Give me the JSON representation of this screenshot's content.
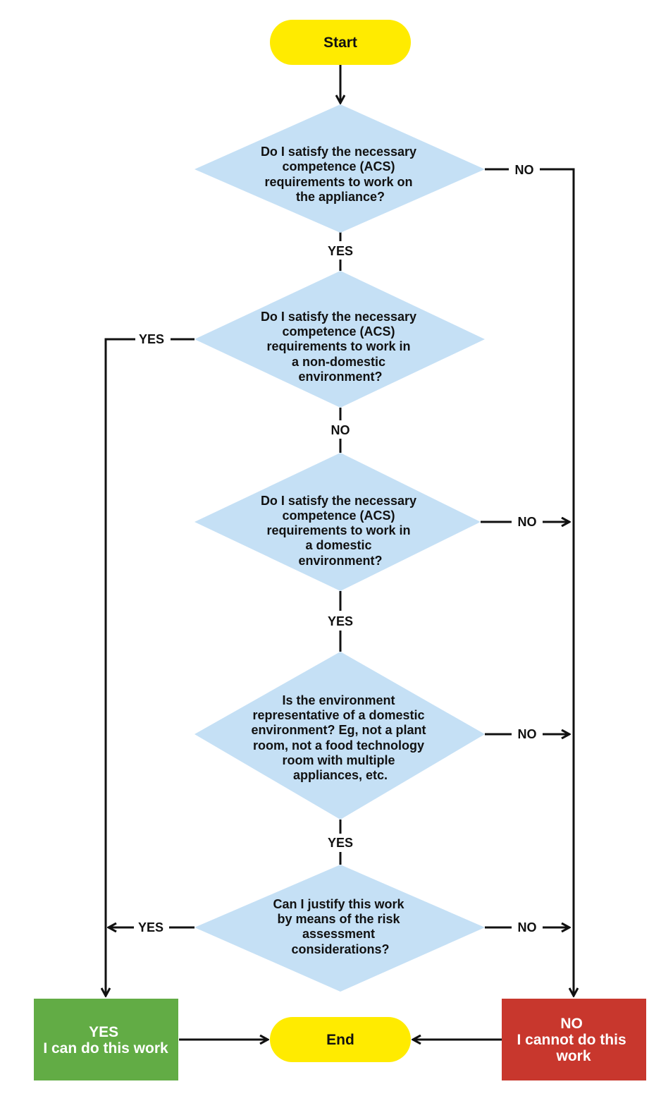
{
  "colors": {
    "terminator": "#FFEB00",
    "decision": "#C5E0F5",
    "yes_result": "#62AC45",
    "no_result": "#C8372D",
    "line": "#111111"
  },
  "nodes": {
    "start": "Start",
    "end": "End",
    "q1": [
      "Do I satisfy the necessary",
      "competence (ACS)",
      "requirements to work on",
      "the appliance?"
    ],
    "q2": [
      "Do I satisfy the necessary",
      "competence (ACS)",
      "requirements to work in",
      "a non-domestic",
      "environment?"
    ],
    "q3": [
      "Do I satisfy the necessary",
      "competence (ACS)",
      "requirements to work in",
      "a domestic",
      "environment?"
    ],
    "q4": [
      "Is the environment",
      "representative of a domestic",
      "environment? Eg, not a plant",
      "room, not a food technology",
      "room with multiple",
      "appliances, etc."
    ],
    "q5": [
      "Can I justify this work",
      "by means of the risk",
      "assessment",
      "considerations?"
    ],
    "yes_result": [
      "YES",
      "I can do this work"
    ],
    "no_result": [
      "NO",
      "I cannot do this",
      "work"
    ]
  },
  "labels": {
    "q1_no": "NO",
    "q1_yes": "YES",
    "q2_yes": "YES",
    "q2_no": "NO",
    "q3_no": "NO",
    "q3_yes": "YES",
    "q4_no": "NO",
    "q4_yes": "YES",
    "q5_yes": "YES",
    "q5_no": "NO"
  }
}
